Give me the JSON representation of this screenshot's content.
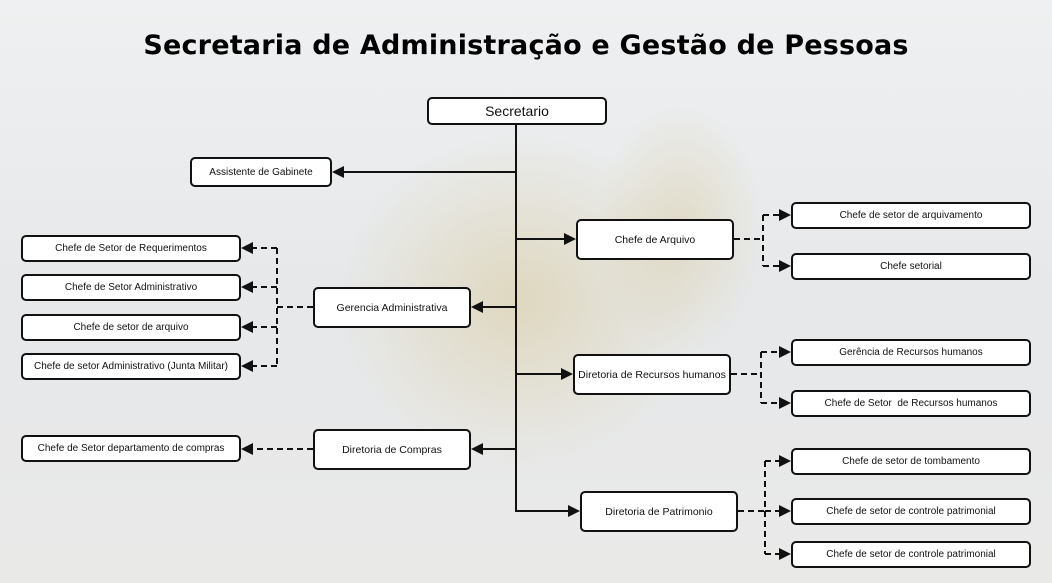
{
  "title": "Secretaria de Administração e Gestão de Pessoas",
  "root": "Secretario",
  "assistant": "Assistente de Gabinete",
  "departments": {
    "gerencia_adm": {
      "label": "Gerencia Administrativa",
      "children": [
        "Chefe de Setor de Requerimentos",
        "Chefe de Setor Administrativo",
        "Chefe de setor de arquivo",
        "Chefe de setor Administrativo (Junta Militar)"
      ]
    },
    "compras": {
      "label": "Diretoria de Compras",
      "children": [
        "Chefe de Setor departamento de compras"
      ]
    },
    "arquivo": {
      "label": "Chefe de Arquivo",
      "children": [
        "Chefe de setor de arquivamento",
        "Chefe setorial"
      ]
    },
    "rh": {
      "label": "Diretoria de Recursos humanos",
      "children": [
        "Gerência de Recursos humanos",
        "Chefe de Setor  de Recursos humanos"
      ]
    },
    "patrimonio": {
      "label": "Diretoria de Patrimonio",
      "children": [
        "Chefe de setor de tombamento",
        "Chefe de setor de controle patrimonial",
        "Chefe de setor de controle patrimonial"
      ]
    }
  }
}
